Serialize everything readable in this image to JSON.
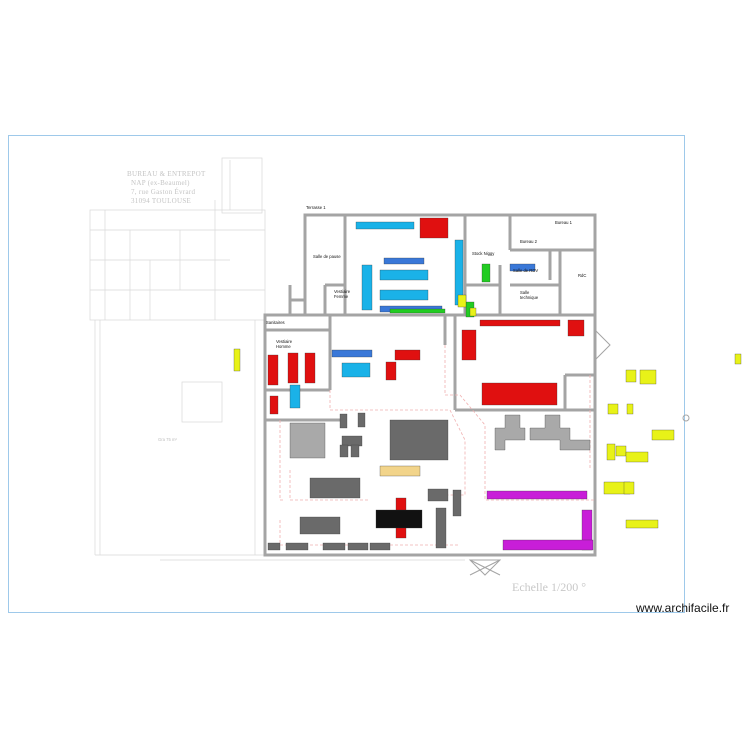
{
  "header": {
    "company_lines": [
      "BUREAU & ENTREPOT",
      "NAP (ex-Beaumel)",
      "7, rue Gaston Évrard",
      "31094 TOULOUSE"
    ]
  },
  "rooms": {
    "terrasse": "Terrasse 1",
    "salle_pause": "Salle de pause",
    "vestiaire_femme": "Vestiaire Femme",
    "vestiaire_homme": "Vestiaire Homme",
    "sanitaires": "Sanitaires",
    "stock_niggy": "Stock Niggy",
    "salle_rdv": "Salle de RDV",
    "salle_technique": "Salle technique",
    "bureau_1": "Bureau 1",
    "bureau_2": "Bureau 2",
    "rdc": "RdC",
    "area": "Gra 75 m²"
  },
  "scale_text": "Echelle 1/200 °",
  "watermark": "www.archifacile.fr",
  "colors": {
    "wall": "#a4a4a4",
    "red": "#e01010",
    "cyan": "#1ab2e8",
    "blue": "#3a78d8",
    "green": "#22cc22",
    "yellow": "#e8f218",
    "magenta": "#c81ed8",
    "dark_gray": "#6a6a6a",
    "light_gray": "#a9a9a9",
    "beige": "#f2d48a",
    "black": "#111111",
    "dashed_path": "#f0b0b0",
    "frame": "#9ec9ea"
  }
}
